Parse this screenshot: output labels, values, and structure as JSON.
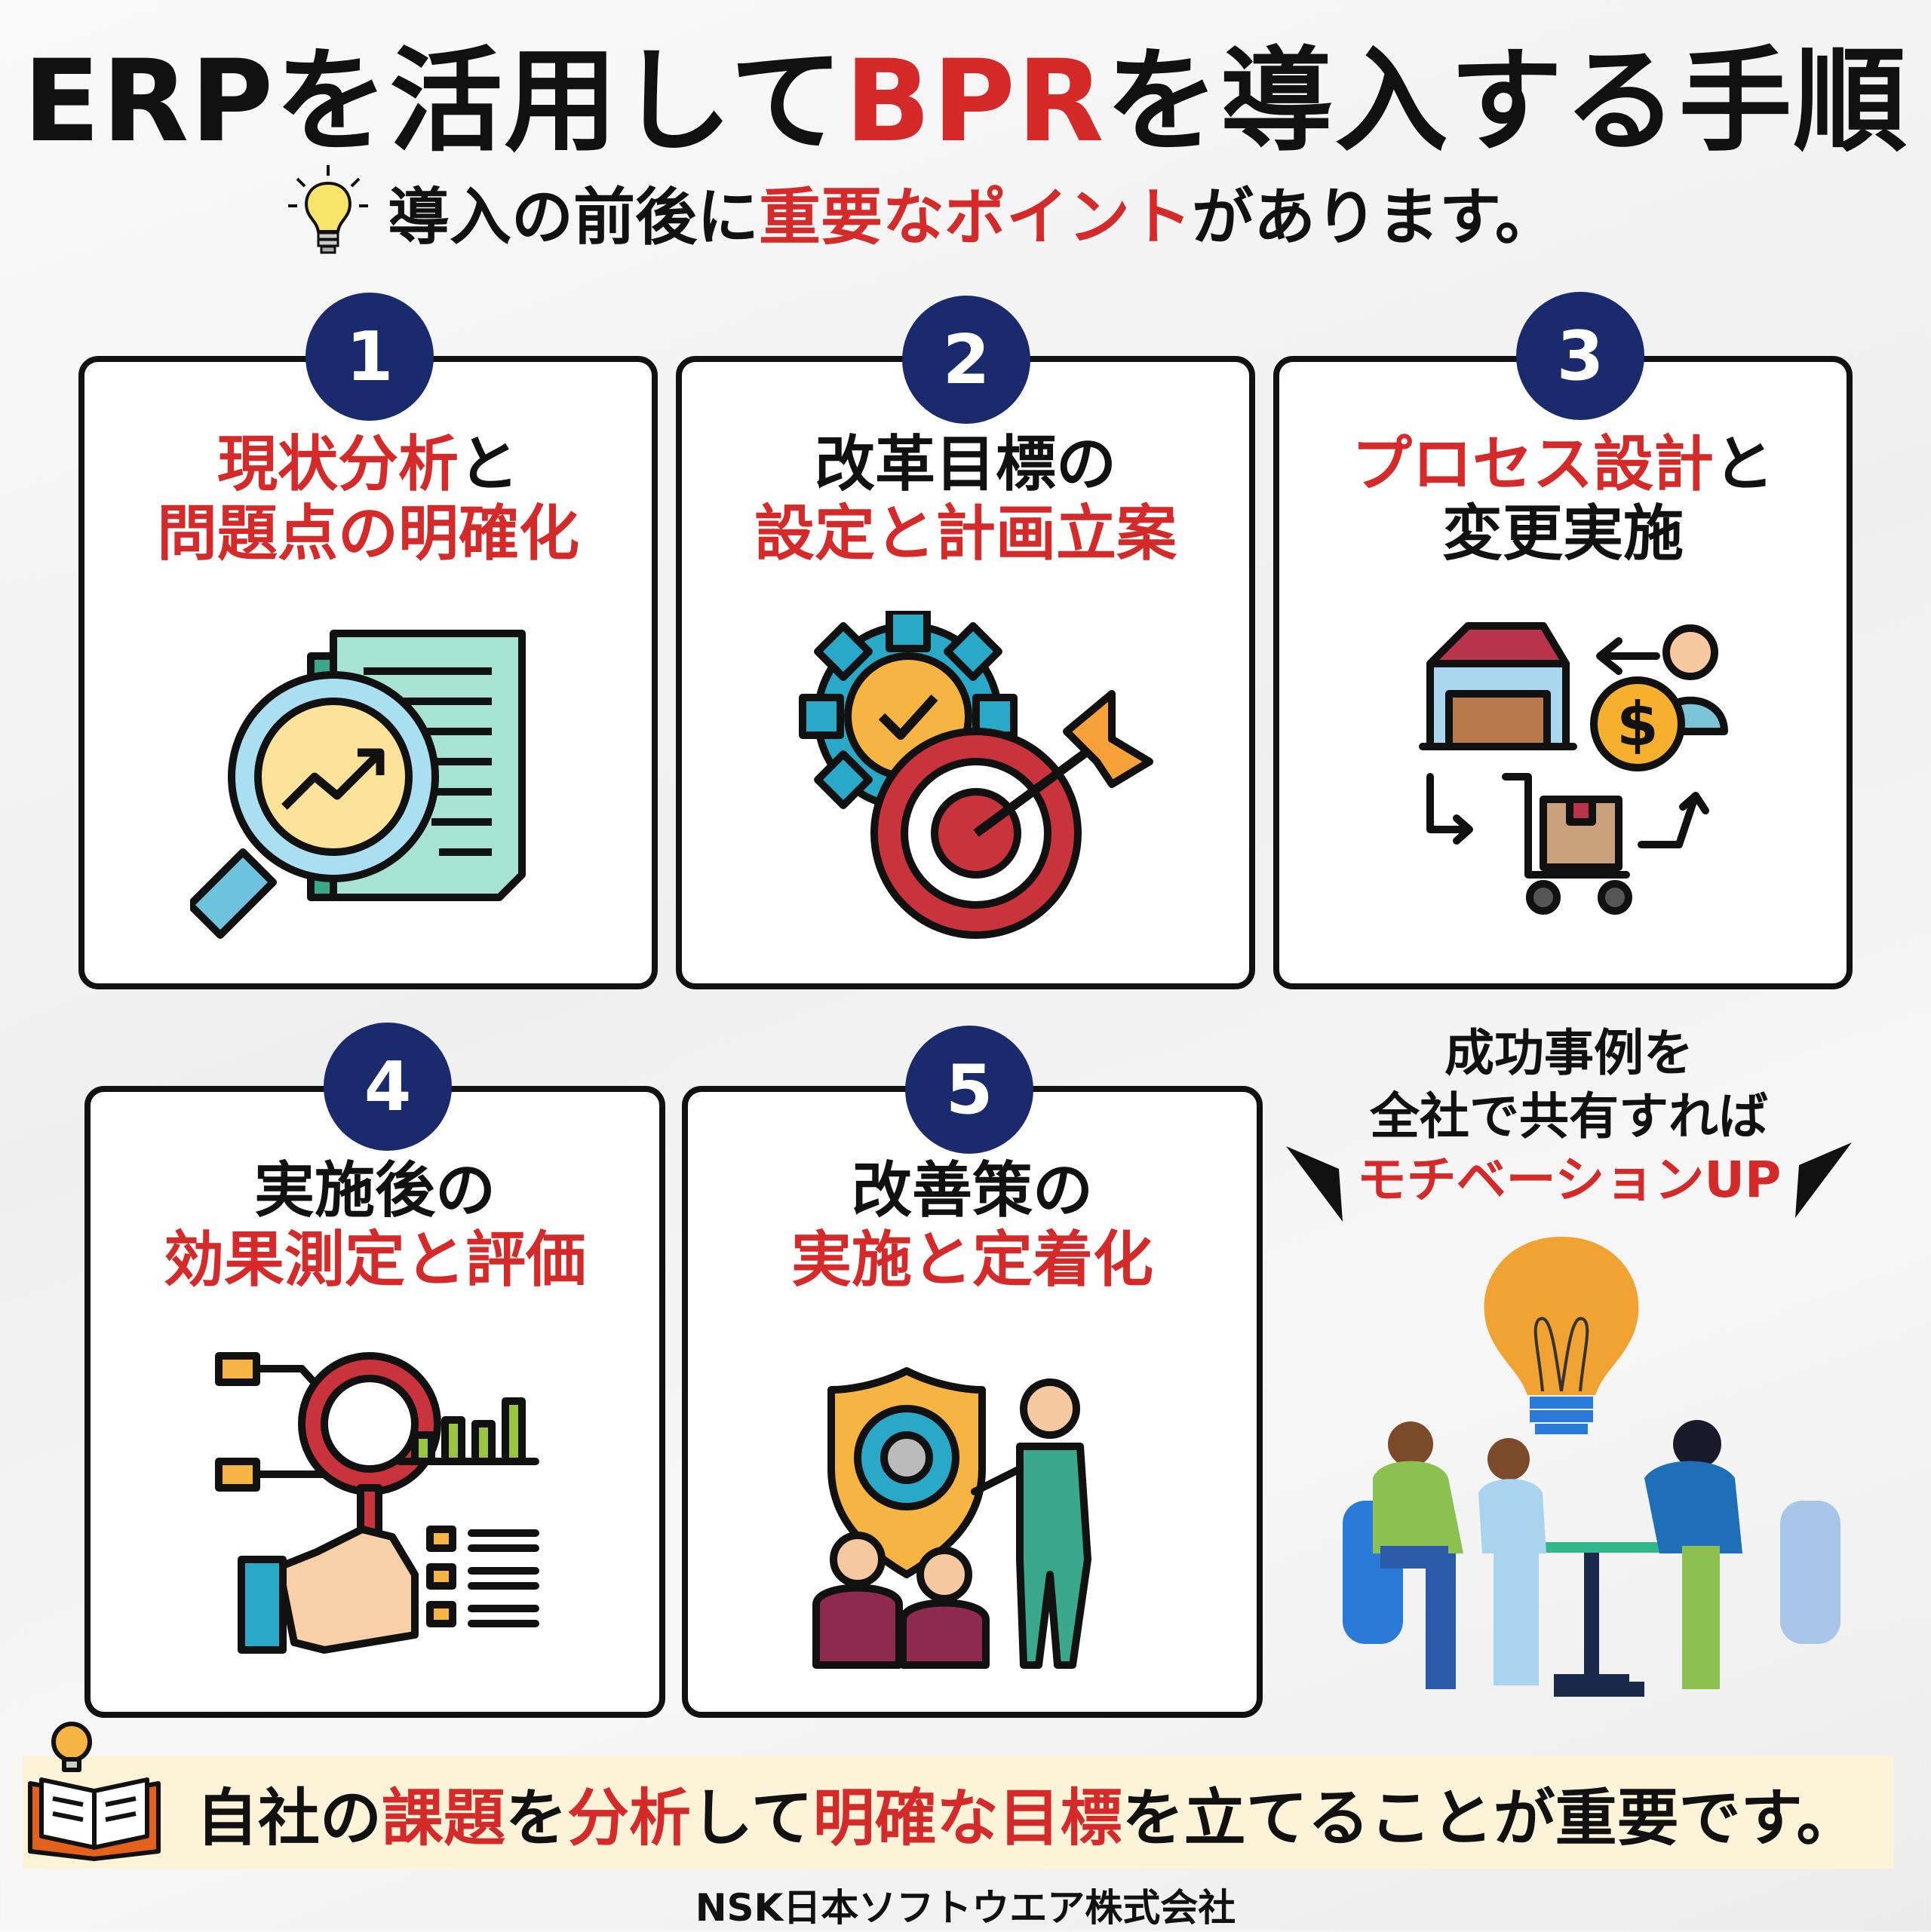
{
  "title": {
    "part1": "ERPを活用して",
    "part2": "BPR",
    "part3": "を導入する手順"
  },
  "subtitle": {
    "part1": "導入の前後に",
    "part2": "重要なポイント",
    "part3": "があります。",
    "icon": "lightbulb-icon"
  },
  "steps": [
    {
      "number": "1",
      "line1_red": "現状分析",
      "line1_black": "と",
      "line2_red": "問題点の明確化",
      "line2_black": "",
      "icon": "document-magnifier-icon"
    },
    {
      "number": "2",
      "line1_red": "",
      "line1_black": "改革目標の",
      "line2_red": "設定と計画立案",
      "line2_black": "",
      "icon": "gear-target-icon"
    },
    {
      "number": "3",
      "line1_red": "プロセス設計",
      "line1_black": "と",
      "line2_red": "",
      "line2_black": "変更実施",
      "icon": "process-flow-icon"
    },
    {
      "number": "4",
      "line1_red": "",
      "line1_black": "実施後の",
      "line2_red": "効果測定と評価",
      "line2_black": "",
      "icon": "magnifier-chart-icon"
    },
    {
      "number": "5",
      "line1_red": "",
      "line1_black": "改善策の",
      "line2_red": "実施と定着化",
      "line2_black": "",
      "icon": "shield-team-icon"
    }
  ],
  "side": {
    "line1": "成功事例を",
    "line2": "全社で共有すれば",
    "line3": "モチベーションUP",
    "icon": "team-meeting-lightbulb-icon"
  },
  "footer": {
    "p1": "自社の",
    "p2": "課題",
    "p3": "を",
    "p4": "分析",
    "p5": "して",
    "p6": "明確な目標",
    "p7": "を立てることが重要です。",
    "icon": "book-idea-icon"
  },
  "company": "NSK日本ソフトウエア株式会社"
}
